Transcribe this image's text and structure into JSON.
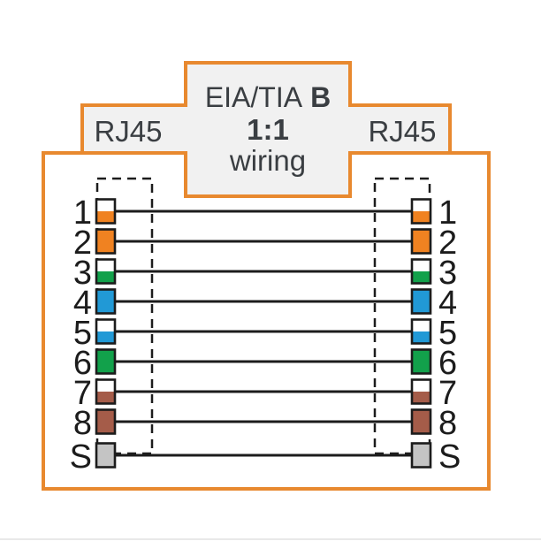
{
  "diagram": {
    "title_block": {
      "standard": "EIA/TIA",
      "standard_variant": "B",
      "ratio": "1:1",
      "subtitle": "wiring",
      "left_connector_label": "RJ45",
      "right_connector_label": "RJ45"
    },
    "colors": {
      "outline_orange": "#E8892F",
      "header_fill": "#F1F1F1",
      "text_dark": "#3A3E42",
      "line_black": "#1C1C1C",
      "page_edge_gray": "#E9E9E9",
      "pin_orange": "#F08221",
      "pin_green": "#12A14B",
      "pin_blue": "#2199D6",
      "pin_brown": "#A55C49",
      "pin_shield_gray": "#C4C4C4",
      "pin_white": "#FFFFFF"
    },
    "pins": [
      {
        "label": "1",
        "wire_name": "white-orange-stripe",
        "top": "#FFFFFF",
        "bottom": "#F08221"
      },
      {
        "label": "2",
        "wire_name": "orange-solid",
        "top": "#F08221",
        "bottom": "#F08221"
      },
      {
        "label": "3",
        "wire_name": "white-green-stripe",
        "top": "#FFFFFF",
        "bottom": "#12A14B"
      },
      {
        "label": "4",
        "wire_name": "blue-solid",
        "top": "#2199D6",
        "bottom": "#2199D6"
      },
      {
        "label": "5",
        "wire_name": "white-blue-stripe",
        "top": "#FFFFFF",
        "bottom": "#2199D6"
      },
      {
        "label": "6",
        "wire_name": "green-solid",
        "top": "#12A14B",
        "bottom": "#12A14B"
      },
      {
        "label": "7",
        "wire_name": "white-brown-stripe",
        "top": "#FFFFFF",
        "bottom": "#A55C49"
      },
      {
        "label": "8",
        "wire_name": "brown-solid",
        "top": "#A55C49",
        "bottom": "#A55C49"
      },
      {
        "label": "S",
        "wire_name": "shield",
        "top": "#C4C4C4",
        "bottom": "#C4C4C4"
      }
    ]
  }
}
